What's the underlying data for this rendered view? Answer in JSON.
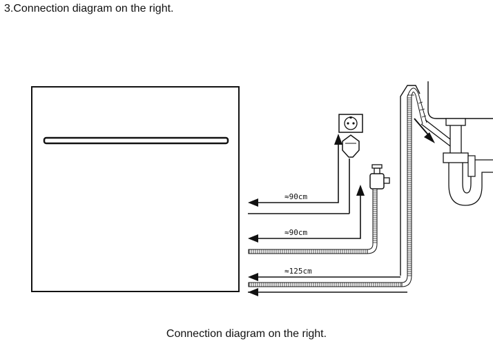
{
  "heading": "3.Connection diagram on the right.",
  "caption": "Connection diagram on the right.",
  "dimensions": {
    "power_cord": "≈90cm",
    "water_inlet_hose": "≈90cm",
    "drain_hose": "≈125cm"
  },
  "icons": [
    "dishwasher-front",
    "power-socket-icon",
    "plug-icon",
    "water-tap-icon",
    "sink-drain-trap-icon"
  ]
}
